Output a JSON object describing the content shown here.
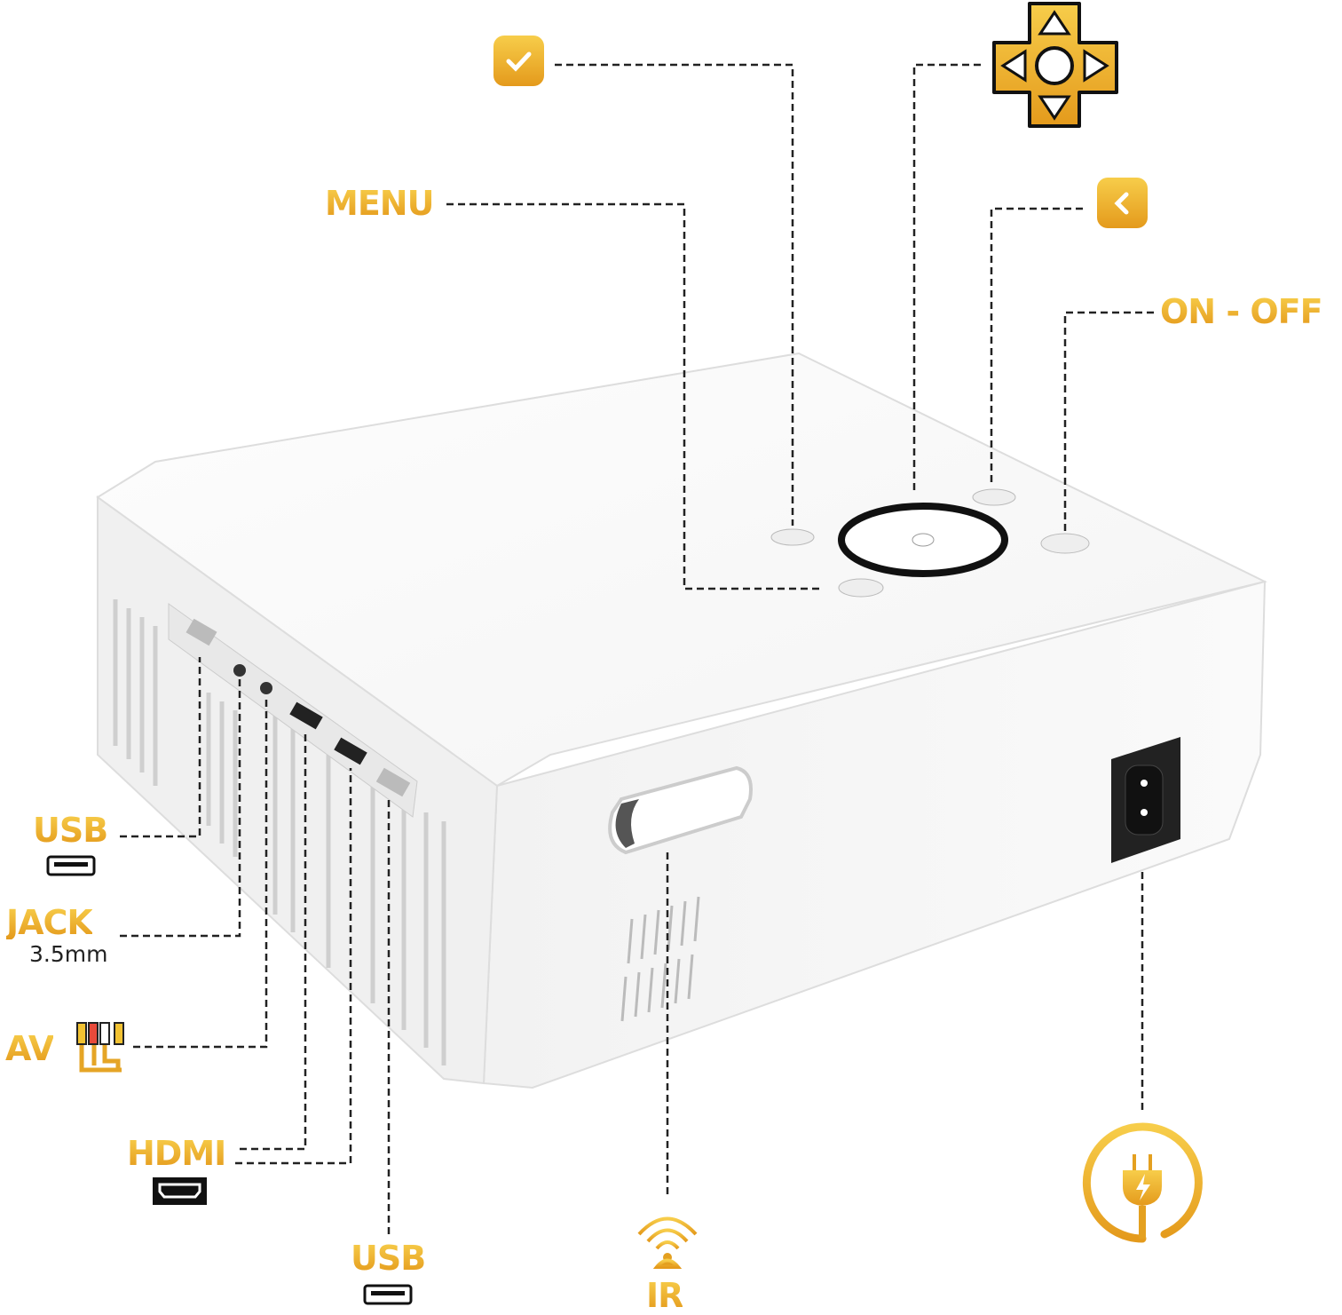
{
  "labels": {
    "menu": "MENU",
    "on_off": "ON - OFF",
    "usb_side": "USB",
    "jack": "JACK",
    "jack_size": "3.5mm",
    "av": "AV",
    "hdmi": "HDMI",
    "usb_bottom": "USB",
    "ir": "IR"
  },
  "icons": [
    "check-icon",
    "dpad-icon",
    "back-icon",
    "usb-port-icon",
    "rca-cable-icon",
    "hdmi-port-icon",
    "ir-signal-icon",
    "power-plug-icon"
  ],
  "colors": {
    "accent_top": "#f7cd4a",
    "accent_bottom": "#e49a1c",
    "line": "#222222",
    "body": "#ffffff"
  }
}
